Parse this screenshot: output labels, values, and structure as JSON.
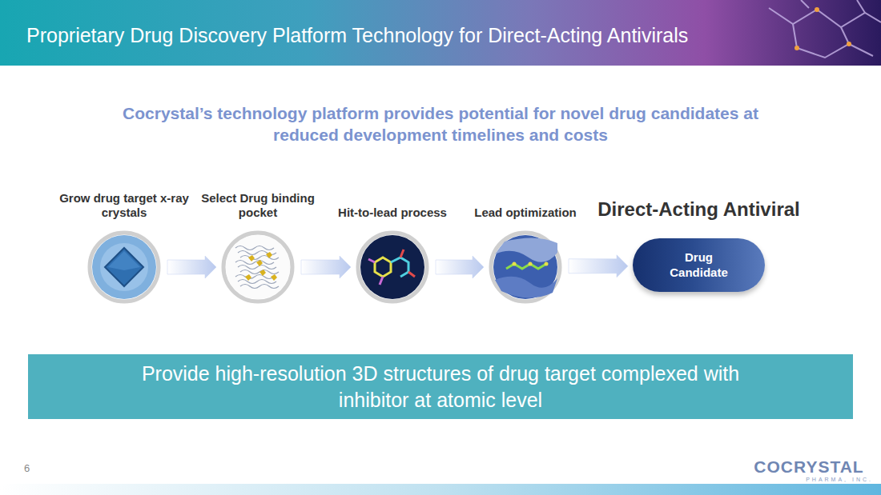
{
  "diagram": {
    "title": "Proprietary Drug Discovery Platform Technology for Direct-Acting Antivirals",
    "nodes": [
      {
        "text": [
          "Grow drug target x-ray crystals"
        ]
      },
      {
        "text": [
          "Select Drug binding pocket"
        ]
      },
      {
        "text": [
          "Hit-to-lead process"
        ]
      },
      {
        "text": [
          "Lead optimization"
        ]
      },
      {
        "text": [
          "Direct-Acting Antiviral",
          "Drug Candidate"
        ]
      },
      {
        "text": [
          "Provide high-resolution 3D structures of drug target complexed with inhibitor at atomic level"
        ]
      }
    ],
    "edges": [
      {
        "from": 0,
        "to": 1,
        "arrow": "to"
      },
      {
        "from": 1,
        "to": 2,
        "arrow": "to"
      },
      {
        "from": 2,
        "to": 3,
        "arrow": "to"
      },
      {
        "from": 3,
        "to": 4,
        "arrow": "to"
      }
    ],
    "labels": [
      "Cocrystal’s technology platform provides potential for novel drug candidates at reduced development timelines and costs",
      "6",
      "COCRYSTAL",
      "PHARMA, INC."
    ]
  }
}
